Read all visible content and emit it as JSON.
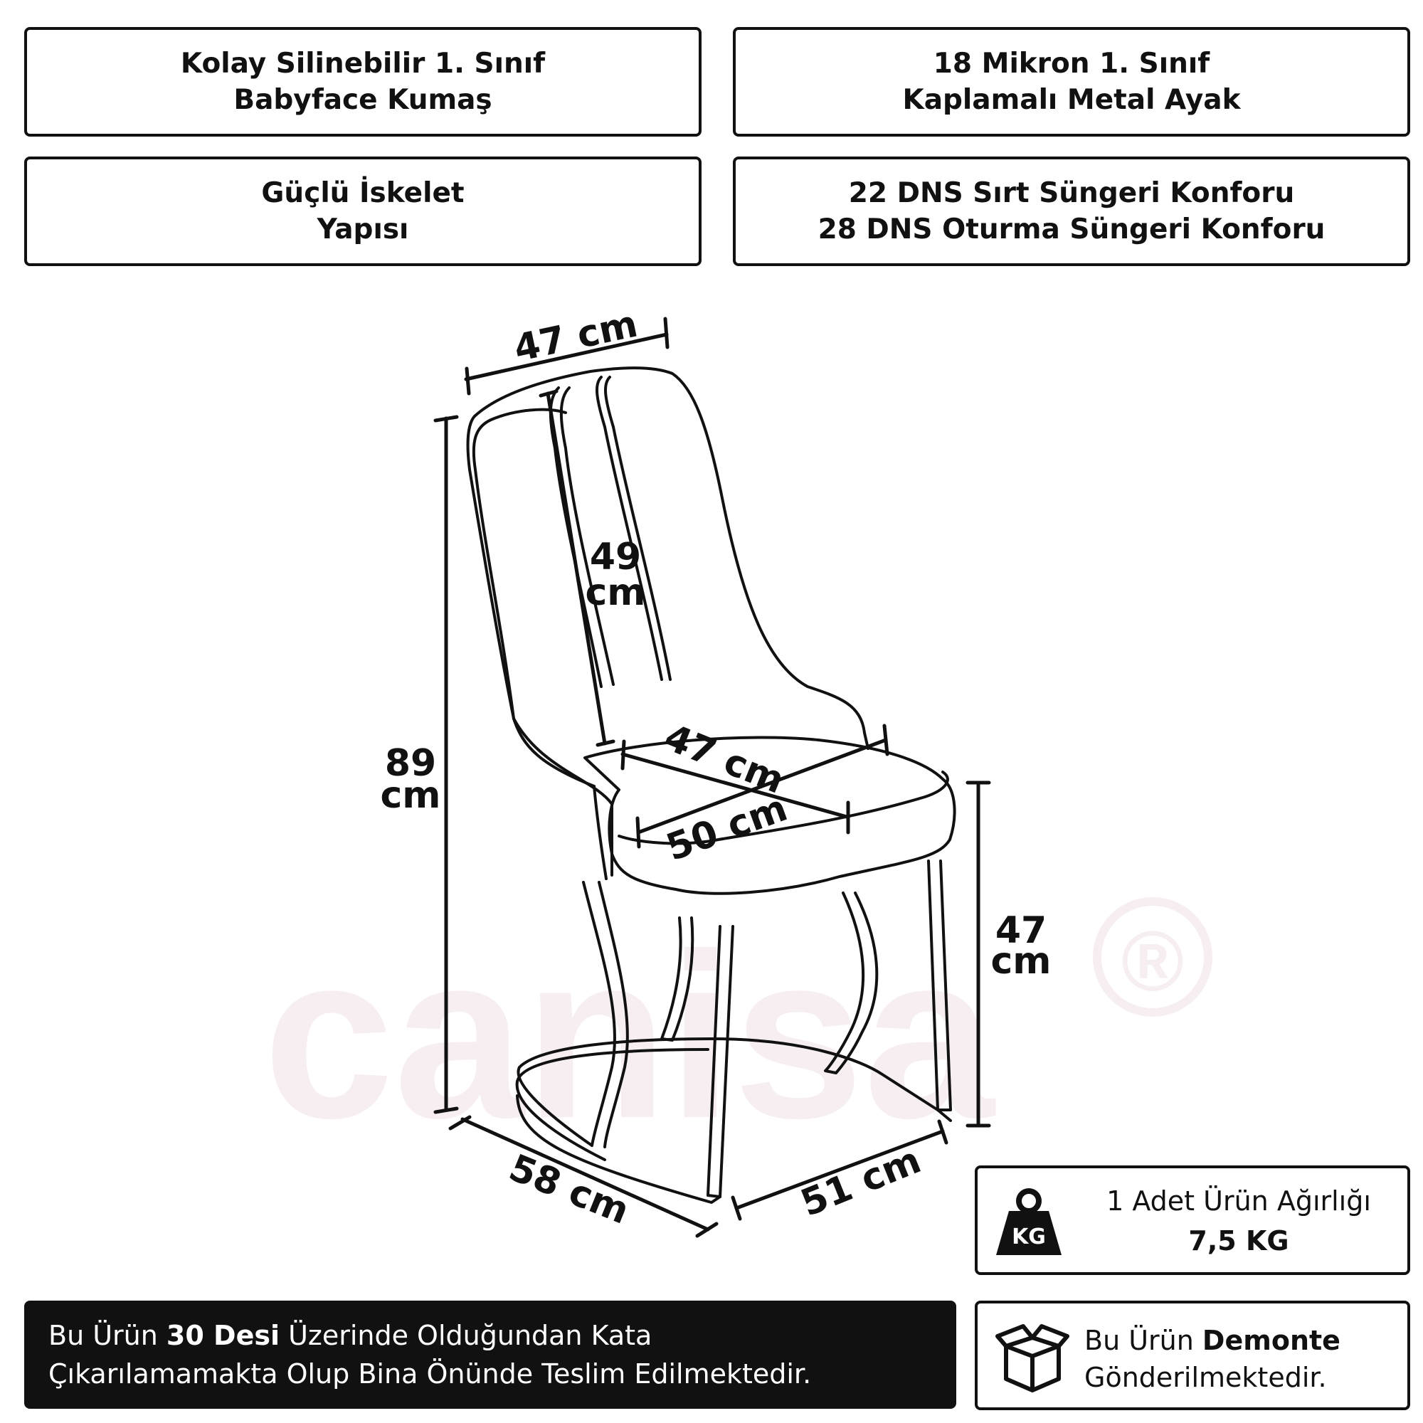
{
  "features": [
    {
      "line1": "Kolay Silinebilir 1. Sınıf",
      "line2": "Babyface Kumaş"
    },
    {
      "line1": "18 Mikron 1. Sınıf",
      "line2": "Kaplamalı Metal Ayak"
    },
    {
      "line1": "Güçlü İskelet",
      "line2": "Yapısı"
    },
    {
      "line1": "22 DNS Sırt Süngeri Konforu",
      "line2": "28 DNS Oturma Süngeri Konforu"
    }
  ],
  "dimensions": {
    "top_width": "47 cm",
    "back_height_value": "49",
    "back_height_unit": "cm",
    "total_height_value": "89",
    "total_height_unit": "cm",
    "seat_width": "47 cm",
    "seat_depth": "50 cm",
    "seat_height_value": "47",
    "seat_height_unit": "cm",
    "base_depth": "58 cm",
    "base_width": "51 cm"
  },
  "watermark": {
    "text": "canisa",
    "mark": "®",
    "color": "#f7eef2"
  },
  "weight": {
    "icon": "kg-weight-icon",
    "icon_label": "KG",
    "label": "1 Adet Ürün Ağırlığı",
    "value": "7,5 KG"
  },
  "desi_notice": {
    "pre": "Bu Ürün ",
    "bold": "30 Desi",
    "post": " Üzerinde Olduğundan Kata",
    "line2": "Çıkarılamamakta Olup Bina Önünde Teslim Edilmektedir."
  },
  "shipping": {
    "icon": "open-box-icon",
    "pre": "Bu Ürün ",
    "bold": "Demonte",
    "line2": "Gönderilmektedir."
  }
}
